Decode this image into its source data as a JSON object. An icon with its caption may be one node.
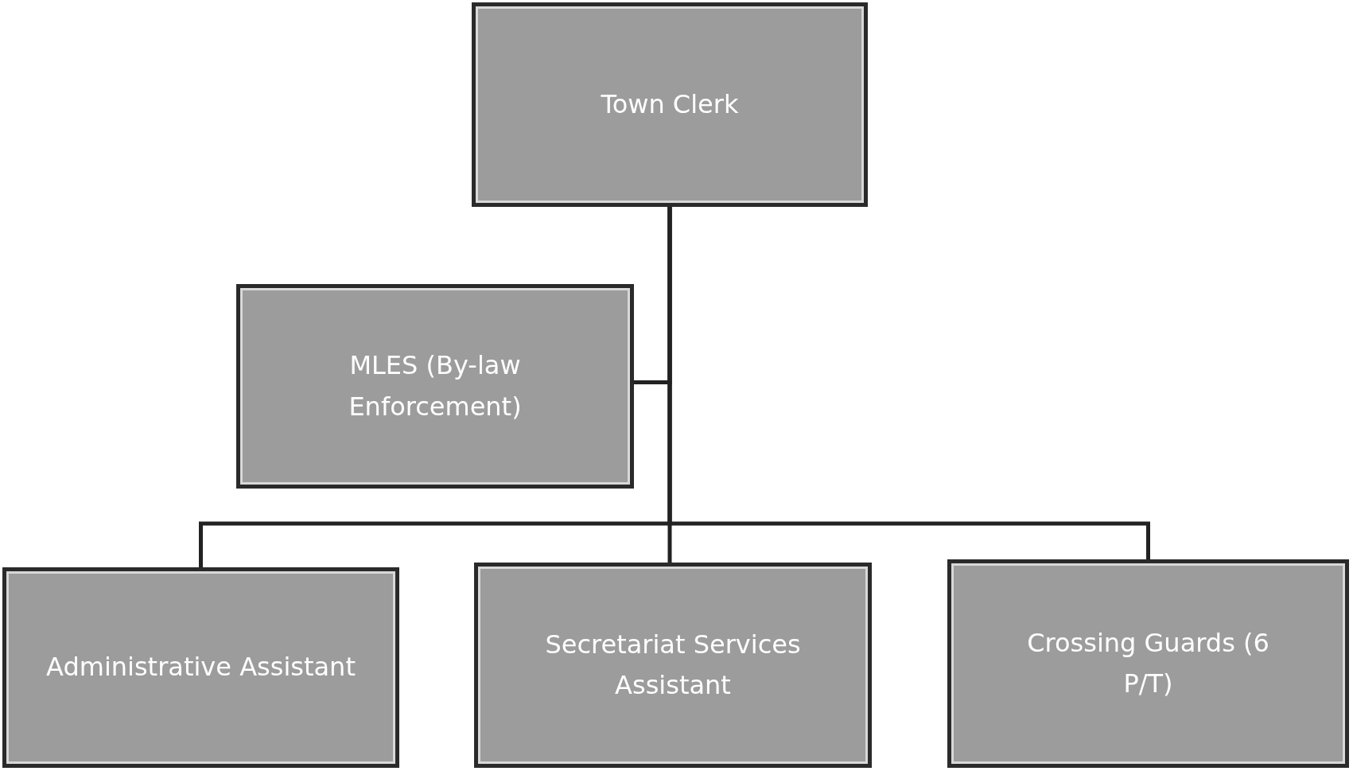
{
  "diagram": {
    "nodes": [
      {
        "text": [
          "Town Clerk"
        ]
      },
      {
        "text": [
          "MLES (By-law Enforcement)"
        ]
      },
      {
        "text": [
          "Administrative Assistant"
        ]
      },
      {
        "text": [
          "Secretariat Services Assistant"
        ]
      },
      {
        "text": [
          "Crossing Guards (6 P/T)"
        ]
      }
    ],
    "edges": [
      {
        "from": 0,
        "to": 1,
        "arrow": "none"
      },
      {
        "from": 0,
        "to": 2,
        "arrow": "none"
      },
      {
        "from": 0,
        "to": 3,
        "arrow": "none"
      },
      {
        "from": 0,
        "to": 4,
        "arrow": "none"
      }
    ]
  }
}
